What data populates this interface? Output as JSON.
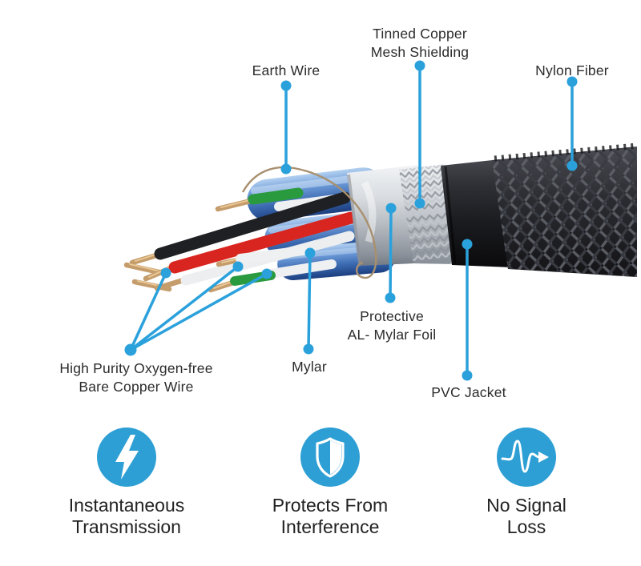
{
  "diagram": {
    "labels": {
      "earth_wire": "Earth Wire",
      "tinned_copper_1": "Tinned Copper",
      "tinned_copper_2": "Mesh Shielding",
      "nylon_fiber": "Nylon Fiber",
      "mylar": "Mylar",
      "al_mylar_1": "Protective",
      "al_mylar_2": "AL- Mylar Foil",
      "pvc_jacket": "PVC Jacket",
      "copper_1": "High Purity Oxygen-free",
      "copper_2": "Bare Copper Wire"
    },
    "colors": {
      "leader_blue": "#2ba1dc",
      "icon_blue": "#2d9fd4",
      "text": "#282828",
      "copper": "#c59c6b",
      "mylar_blue": "#3b69b0",
      "pvc_black": "#1c1d21"
    }
  },
  "features": [
    {
      "icon": "lightning-icon",
      "label_1": "Instantaneous",
      "label_2": "Transmission"
    },
    {
      "icon": "shield-icon",
      "label_1": "Protects From",
      "label_2": "Interference"
    },
    {
      "icon": "signal-wave-icon",
      "label_1": "No Signal",
      "label_2": "Loss"
    }
  ]
}
